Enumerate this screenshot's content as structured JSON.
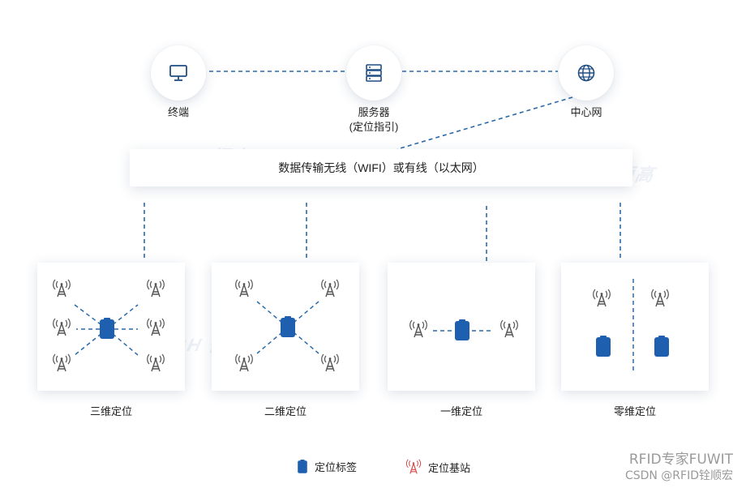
{
  "nodes": {
    "terminal": {
      "label": "终端"
    },
    "server": {
      "label": "服务器",
      "sublabel": "(定位指引)"
    },
    "center": {
      "label": "中心网"
    }
  },
  "transport_bar": {
    "text": "数据传输无线（WIFI）或有线（以太网）"
  },
  "panels": [
    {
      "label": "三维定位"
    },
    {
      "label": "二维定位"
    },
    {
      "label": "一维定位"
    },
    {
      "label": "零维定位"
    }
  ],
  "legend": {
    "tag_label": "定位标签",
    "station_label": "定位基站"
  },
  "watermark": {
    "brand": "EHIGH 恒高"
  },
  "credits": {
    "line1": "RFID专家FUWIT",
    "line2": "CSDN @RFID铨顺宏"
  },
  "colors": {
    "tag_blue": "#1e5fb0",
    "dash_blue": "#2b6aa8",
    "station_gray": "#555555",
    "station_red": "#d94848"
  }
}
